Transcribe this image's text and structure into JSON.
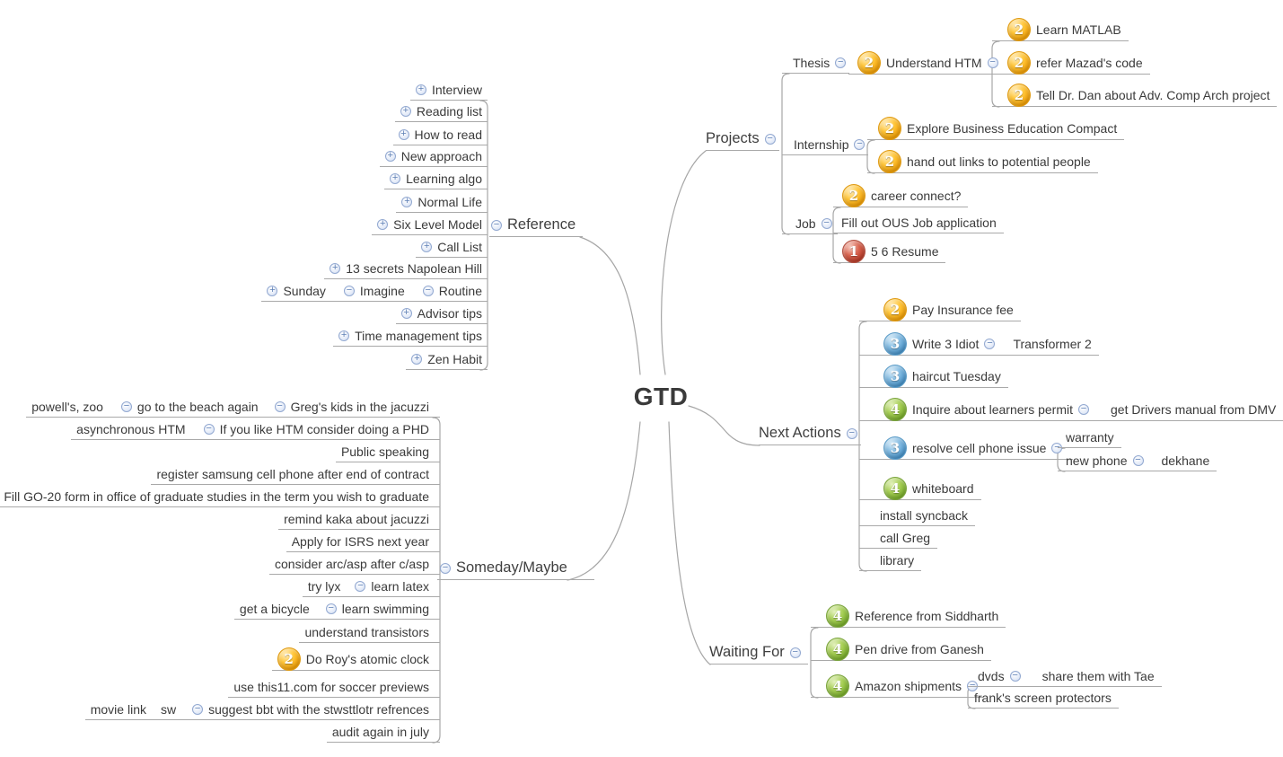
{
  "center": {
    "label": "GTD"
  },
  "colors": {
    "text": "#3a3a3a",
    "line": "#a6a6a6",
    "priority1": "#bb3a26",
    "priority2": "#f7a307",
    "priority3": "#4392cb",
    "priority4": "#78af29",
    "expander_fill": "#e4ebf8",
    "expander_border": "#93a9d1"
  },
  "icons": {
    "collapse": "collapse-icon (minus in circle)",
    "expand": "expand-icon (plus in circle)"
  },
  "nodes": {
    "projects": {
      "label": "Projects",
      "expander": "minus"
    },
    "thesis": {
      "label": "Thesis",
      "expander": "minus"
    },
    "understand_htm": {
      "label": "Understand HTM",
      "priority": 2,
      "expander": "minus"
    },
    "learn_matlab": {
      "label": "Learn MATLAB",
      "priority": 2
    },
    "refer_mazads_code": {
      "label": "refer Mazad's code",
      "priority": 2
    },
    "tell_dr_dan": {
      "label": "Tell Dr. Dan about Adv. Comp Arch project",
      "priority": 2
    },
    "internship": {
      "label": "Internship",
      "expander": "minus"
    },
    "explore_bec": {
      "label": "Explore Business Education Compact",
      "priority": 2
    },
    "hand_out_links": {
      "label": "hand out links to potential people",
      "priority": 2
    },
    "career_connect": {
      "label": "career connect?",
      "priority": 2
    },
    "job": {
      "label": "Job",
      "expander": "minus"
    },
    "fill_ous": {
      "label": "Fill out OUS Job application"
    },
    "resume_56": {
      "label": "5 6 Resume",
      "priority": 1
    },
    "next_actions": {
      "label": "Next Actions",
      "expander": "minus"
    },
    "pay_insurance": {
      "label": "Pay Insurance fee",
      "priority": 2
    },
    "write_3_idiot": {
      "label": "Write 3 Idiot",
      "priority": 3,
      "expander": "minus"
    },
    "transformer_2": {
      "label": "Transformer 2"
    },
    "haircut_tuesday": {
      "label": "haircut Tuesday",
      "priority": 3
    },
    "inquire_learners": {
      "label": "Inquire about learners permit",
      "priority": 4,
      "expander": "minus"
    },
    "get_drivers": {
      "label": "get Drivers manual from DMV"
    },
    "resolve_cell": {
      "label": "resolve cell phone issue",
      "priority": 3,
      "expander": "minus"
    },
    "warranty": {
      "label": "warranty"
    },
    "new_phone": {
      "label": "new phone",
      "expander": "minus"
    },
    "dekhane": {
      "label": "dekhane"
    },
    "whiteboard": {
      "label": "whiteboard",
      "priority": 4
    },
    "install_syncback": {
      "label": "install syncback"
    },
    "call_greg": {
      "label": "call Greg"
    },
    "library": {
      "label": "library"
    },
    "waiting_for": {
      "label": "Waiting For",
      "expander": "minus"
    },
    "ref_siddharth": {
      "label": "Reference from Siddharth",
      "priority": 4
    },
    "pen_drive": {
      "label": "Pen drive from Ganesh",
      "priority": 4
    },
    "amazon": {
      "label": "Amazon shipments",
      "priority": 4,
      "expander": "minus"
    },
    "dvds": {
      "label": "dvds",
      "expander": "minus"
    },
    "share_tae": {
      "label": "share them with Tae"
    },
    "franks": {
      "label": "frank's screen protectors"
    },
    "reference": {
      "label": "Reference",
      "expander": "minus"
    },
    "interview": {
      "label": "Interview",
      "expander": "plus"
    },
    "reading_list": {
      "label": "Reading list",
      "expander": "plus"
    },
    "how_to_read": {
      "label": "How to read",
      "expander": "plus"
    },
    "new_approach": {
      "label": "New approach",
      "expander": "plus"
    },
    "learning_algo": {
      "label": "Learning algo",
      "expander": "plus"
    },
    "normal_life": {
      "label": "Normal Life",
      "expander": "plus"
    },
    "six_level": {
      "label": "Six Level Model",
      "expander": "plus"
    },
    "call_list": {
      "label": "Call List",
      "expander": "plus"
    },
    "secrets_napolean": {
      "label": "13 secrets Napolean Hill",
      "expander": "plus"
    },
    "sunday": {
      "label": "Sunday",
      "expander": "plus"
    },
    "imagine": {
      "label": "Imagine",
      "expander": "minus"
    },
    "routine": {
      "label": "Routine",
      "expander": "minus"
    },
    "advisor_tips": {
      "label": "Advisor tips",
      "expander": "plus"
    },
    "time_mgmt": {
      "label": "Time management tips",
      "expander": "plus"
    },
    "zen_habit": {
      "label": "Zen Habit",
      "expander": "plus"
    },
    "someday": {
      "label": "Someday/Maybe",
      "expander": "minus"
    },
    "powells": {
      "label": "powell's, zoo"
    },
    "go_beach": {
      "label": "go to the beach again",
      "expander": "minus"
    },
    "gregs_kids": {
      "label": "Greg's kids in the jacuzzi",
      "expander": "minus"
    },
    "async_htm": {
      "label": "asynchronous HTM"
    },
    "if_htm_phd": {
      "label": "If you like HTM consider doing a PHD",
      "expander": "minus"
    },
    "public_speaking": {
      "label": "Public speaking"
    },
    "register_samsung": {
      "label": "register samsung cell phone after end of contract"
    },
    "fill_go20": {
      "label": "Fill GO-20 form in office of graduate studies in the term you wish to graduate"
    },
    "remind_kaka": {
      "label": "remind kaka about jacuzzi"
    },
    "apply_isrs": {
      "label": "Apply for ISRS next year"
    },
    "consider_arc": {
      "label": "consider arc/asp after c/asp"
    },
    "try_lyx": {
      "label": "try lyx"
    },
    "learn_latex": {
      "label": "learn latex",
      "expander": "minus"
    },
    "get_bicycle": {
      "label": "get a bicycle"
    },
    "learn_swimming": {
      "label": "learn swimming",
      "expander": "minus"
    },
    "understand_transistors": {
      "label": "understand transistors"
    },
    "do_roys_clock": {
      "label": "Do Roy's atomic clock",
      "priority": 2
    },
    "use_this11": {
      "label": "use this11.com for soccer previews"
    },
    "movie_link": {
      "label": "movie link"
    },
    "sw": {
      "label": "sw"
    },
    "suggest_bbt": {
      "label": "suggest bbt with the stwsttlotr refrences",
      "expander": "minus"
    },
    "audit_july": {
      "label": "audit again in july"
    }
  },
  "branches": [
    {
      "id": "projects",
      "children": [
        {
          "id": "thesis",
          "children": [
            {
              "id": "understand_htm",
              "children": [
                "learn_matlab",
                "refer_mazads_code",
                "tell_dr_dan"
              ]
            }
          ]
        },
        {
          "id": "internship",
          "children": [
            "explore_bec",
            "hand_out_links"
          ]
        },
        {
          "id": "job",
          "children": [
            "career_connect",
            "fill_ous",
            "resume_56"
          ]
        }
      ]
    },
    {
      "id": "next_actions",
      "children": [
        "pay_insurance",
        {
          "id": "write_3_idiot",
          "children": [
            "transformer_2"
          ]
        },
        "haircut_tuesday",
        {
          "id": "inquire_learners",
          "children": [
            "get_drivers"
          ]
        },
        {
          "id": "resolve_cell",
          "children": [
            "warranty",
            {
              "id": "new_phone",
              "children": [
                "dekhane"
              ]
            }
          ]
        },
        "whiteboard",
        "install_syncback",
        "call_greg",
        "library"
      ]
    },
    {
      "id": "waiting_for",
      "children": [
        "ref_siddharth",
        "pen_drive",
        {
          "id": "amazon",
          "children": [
            {
              "id": "dvds",
              "children": [
                "share_tae"
              ]
            },
            "franks"
          ]
        }
      ]
    },
    {
      "id": "reference",
      "children": [
        "interview",
        "reading_list",
        "how_to_read",
        "new_approach",
        "learning_algo",
        "normal_life",
        "six_level",
        "call_list",
        "secrets_napolean",
        {
          "id": "routine",
          "children": [
            {
              "id": "imagine",
              "children": [
                "sunday"
              ]
            }
          ]
        },
        "advisor_tips",
        "time_mgmt",
        "zen_habit"
      ]
    },
    {
      "id": "someday",
      "children": [
        {
          "id": "gregs_kids",
          "children": [
            {
              "id": "go_beach",
              "children": [
                "powells"
              ]
            }
          ]
        },
        {
          "id": "if_htm_phd",
          "children": [
            "async_htm"
          ]
        },
        "public_speaking",
        "register_samsung",
        "fill_go20",
        "remind_kaka",
        "apply_isrs",
        "consider_arc",
        {
          "id": "learn_latex",
          "children": [
            "try_lyx"
          ]
        },
        {
          "id": "learn_swimming",
          "children": [
            "get_bicycle"
          ]
        },
        "understand_transistors",
        "do_roys_clock",
        "use_this11",
        {
          "id": "suggest_bbt",
          "children": [
            {
              "id": "sw",
              "children": [
                "movie_link"
              ]
            }
          ]
        },
        "audit_july"
      ]
    }
  ]
}
